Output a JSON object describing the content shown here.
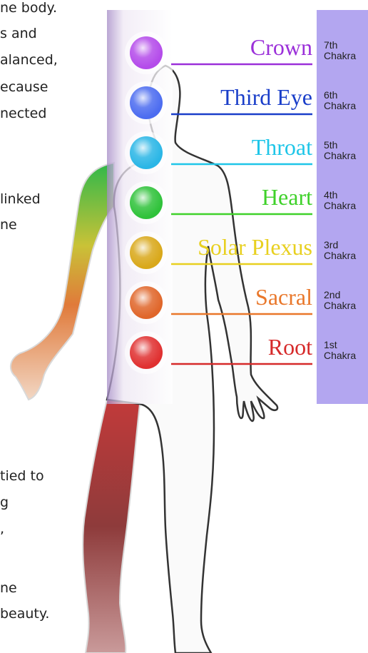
{
  "text_lines": [
    "ne body.",
    "s and",
    "alanced,",
    "ecause",
    "nected",
    "linked",
    "ne",
    "tied to",
    "g",
    ",",
    "ne",
    "beauty."
  ],
  "chakras": [
    {
      "name": "Crown",
      "ordinal": "7th",
      "word": "Chakra",
      "color": "#9b30d9",
      "orb": "#b44bea"
    },
    {
      "name": "Third Eye",
      "ordinal": "6th",
      "word": "Chakra",
      "color": "#1a3ec9",
      "orb": "#4c6cf0"
    },
    {
      "name": "Throat",
      "ordinal": "5th",
      "word": "Chakra",
      "color": "#1fc6e8",
      "orb": "#2ab6e6"
    },
    {
      "name": "Heart",
      "ordinal": "4th",
      "word": "Chakra",
      "color": "#3fd12a",
      "orb": "#2fc23a"
    },
    {
      "name": "Solar Plexus",
      "ordinal": "3rd",
      "word": "Chakra",
      "color": "#e8d020",
      "orb": "#d9a81a"
    },
    {
      "name": "Sacral",
      "ordinal": "2nd",
      "word": "Chakra",
      "color": "#e9772a",
      "orb": "#e0662a"
    },
    {
      "name": "Root",
      "ordinal": "1st",
      "word": "Chakra",
      "color": "#d62a2a",
      "orb": "#e03030"
    }
  ]
}
